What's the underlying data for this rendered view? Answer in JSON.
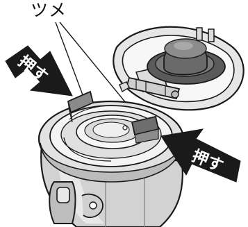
{
  "labels": {
    "tab": "ツメ",
    "push_left": "押す",
    "push_right": "押す"
  },
  "colors": {
    "outline": "#1a1a1a",
    "body_light": "#eeeeee",
    "body_mid": "#d6d6d6",
    "body_dark": "#9a9a9a",
    "tab_fill": "#8a8a8a",
    "arrow_fill": "#1a1a1a",
    "arrow_text": "#ffffff"
  }
}
